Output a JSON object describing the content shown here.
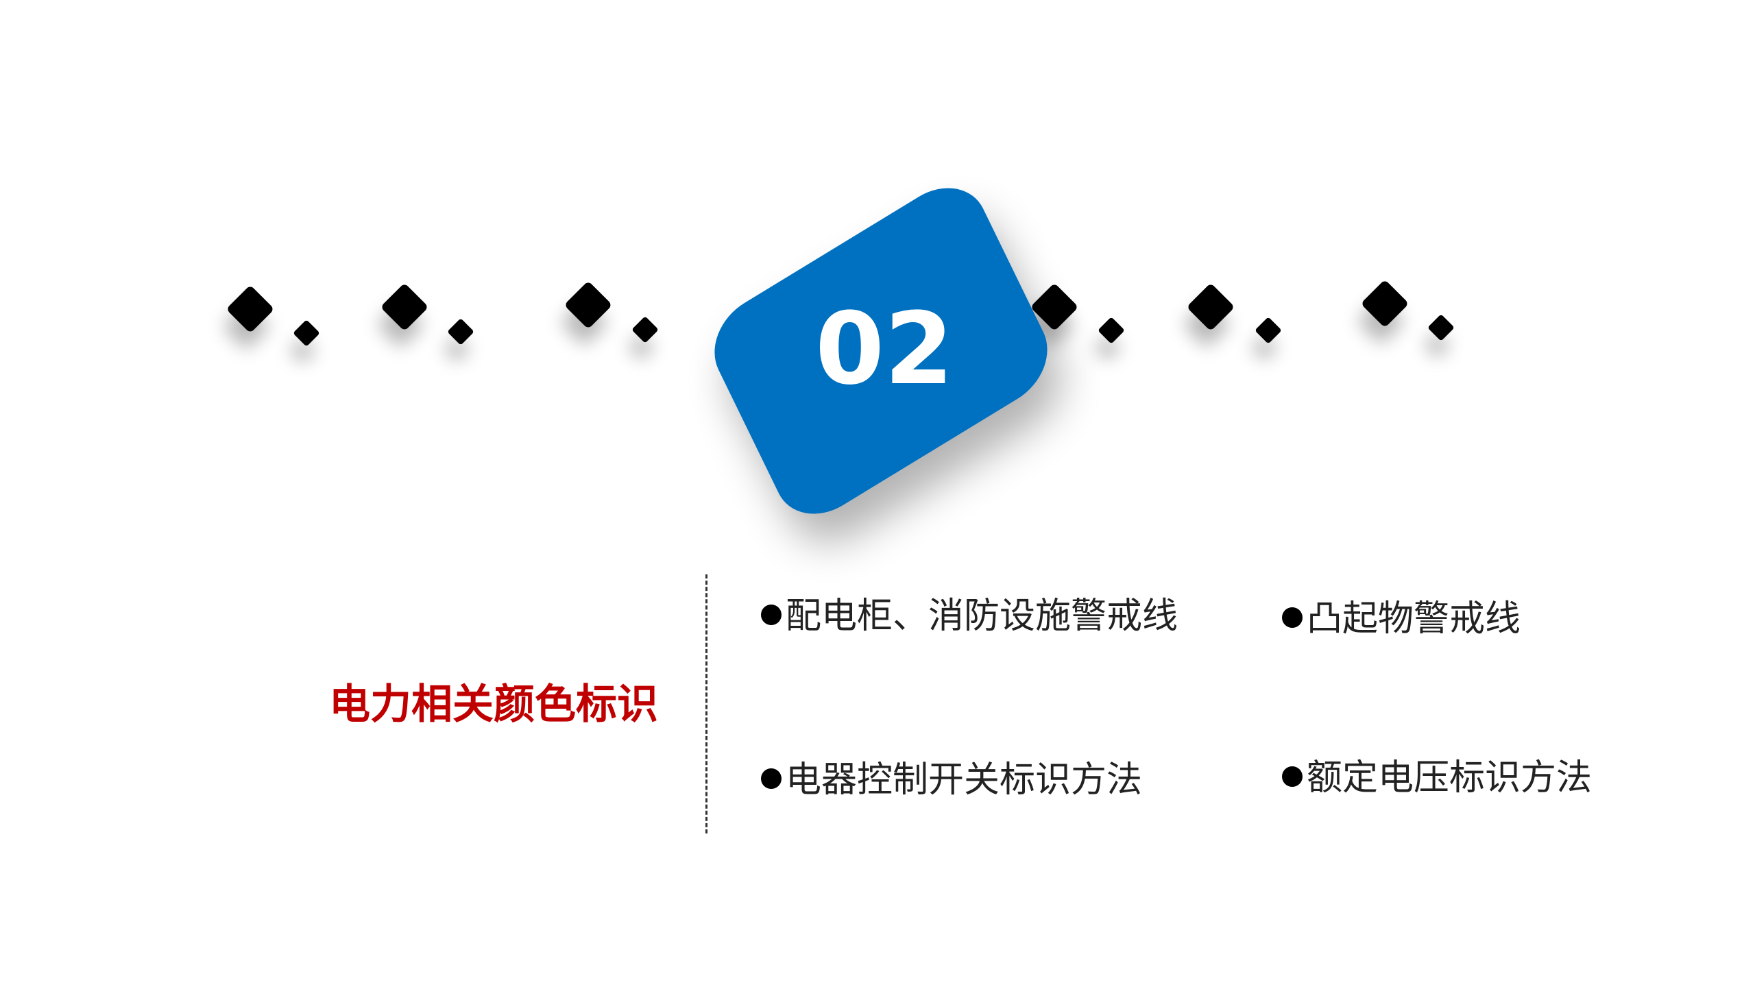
{
  "slide": {
    "section_number": "02",
    "section_title": "电力相关颜色标识",
    "items": [
      {
        "label": "配电柜、消防设施警戒线"
      },
      {
        "label": "凸起物警戒线"
      },
      {
        "label": "电器控制开关标识方法"
      },
      {
        "label": "额定电压标识方法"
      }
    ]
  },
  "colors": {
    "accent_blue": "#0070c0",
    "title_red": "#c00000",
    "diamond_black": "#000000"
  }
}
